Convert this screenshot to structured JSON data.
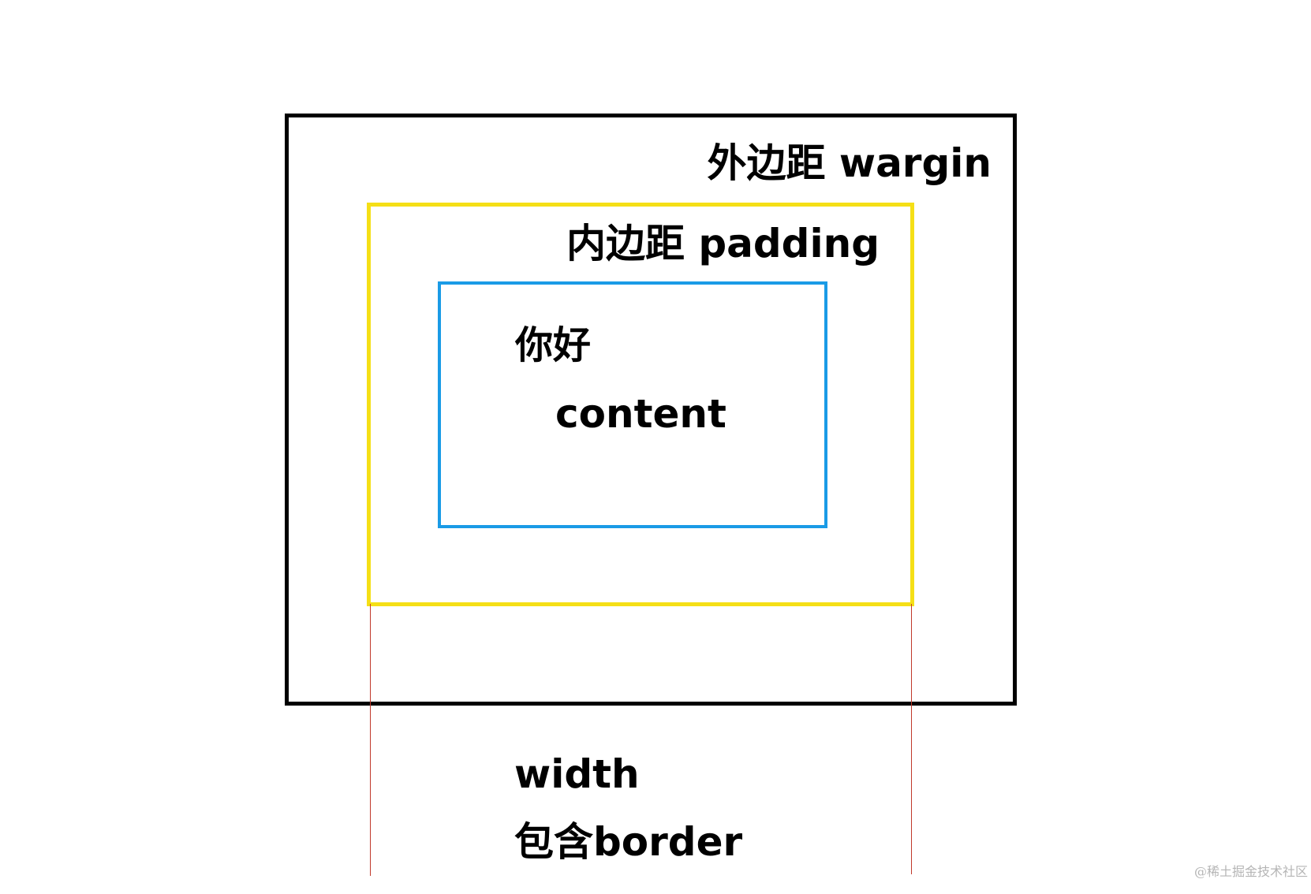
{
  "diagram": {
    "margin_label": "外边距 wargin",
    "padding_label": "内边距 padding",
    "content_hello": "你好",
    "content_label": "content",
    "width_label": "width",
    "border_note": "包含border"
  },
  "watermark": "@稀土掘金技术社区",
  "colors": {
    "margin_border": "#000000",
    "padding_border": "#f5df16",
    "content_border": "#1a9be6",
    "measure_lines": "#c0392b"
  }
}
